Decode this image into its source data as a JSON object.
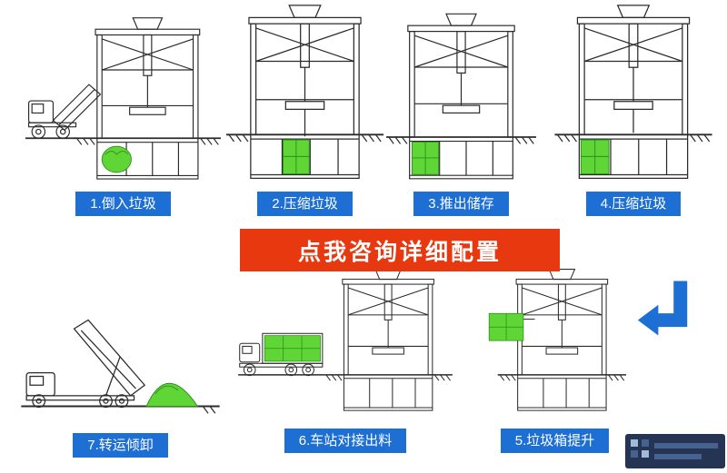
{
  "banner": {
    "label": "点我咨询详细配置",
    "bg_color": "#e8380f",
    "text_color": "#ffffff"
  },
  "steps": [
    {
      "label": "1.倒入垃圾"
    },
    {
      "label": "2.压缩垃圾"
    },
    {
      "label": "3.推出储存"
    },
    {
      "label": "4.压缩垃圾"
    },
    {
      "label": "5.垃圾箱提升"
    },
    {
      "label": "6.车站对接出料"
    },
    {
      "label": "7.转运倾卸"
    }
  ],
  "colors": {
    "step_label_bg": "#1e6fd4",
    "arrow_blue": "#1e6fd4",
    "highlight_green": "#5fd636",
    "line_color": "#2b2b2b",
    "banner_red": "#e8380f"
  },
  "icons": [
    {
      "name": "left-elbow-arrow-icon"
    },
    {
      "name": "watermark-logo"
    }
  ]
}
